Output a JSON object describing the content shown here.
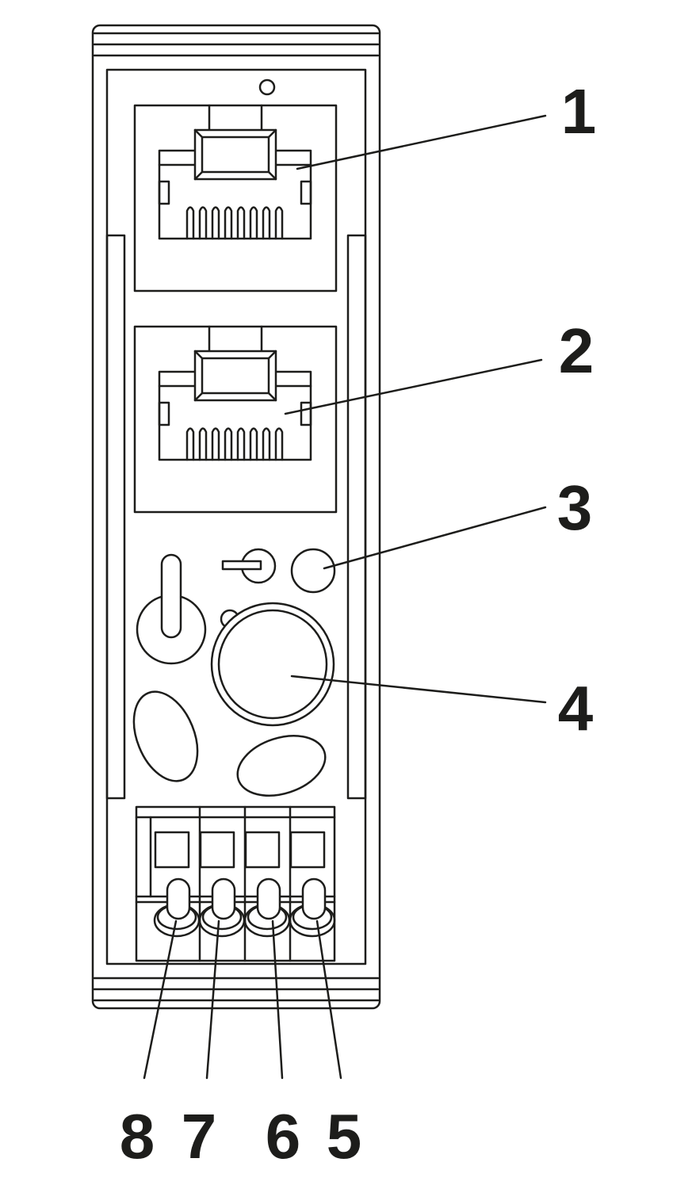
{
  "diagram": {
    "callouts": [
      {
        "id": "1",
        "label": "1"
      },
      {
        "id": "2",
        "label": "2"
      },
      {
        "id": "3",
        "label": "3"
      },
      {
        "id": "4",
        "label": "4"
      },
      {
        "id": "5",
        "label": "5"
      },
      {
        "id": "6",
        "label": "6"
      },
      {
        "id": "7",
        "label": "7"
      },
      {
        "id": "8",
        "label": "8"
      }
    ],
    "line_color": "#1d1d1b",
    "background": "#ffffff"
  }
}
